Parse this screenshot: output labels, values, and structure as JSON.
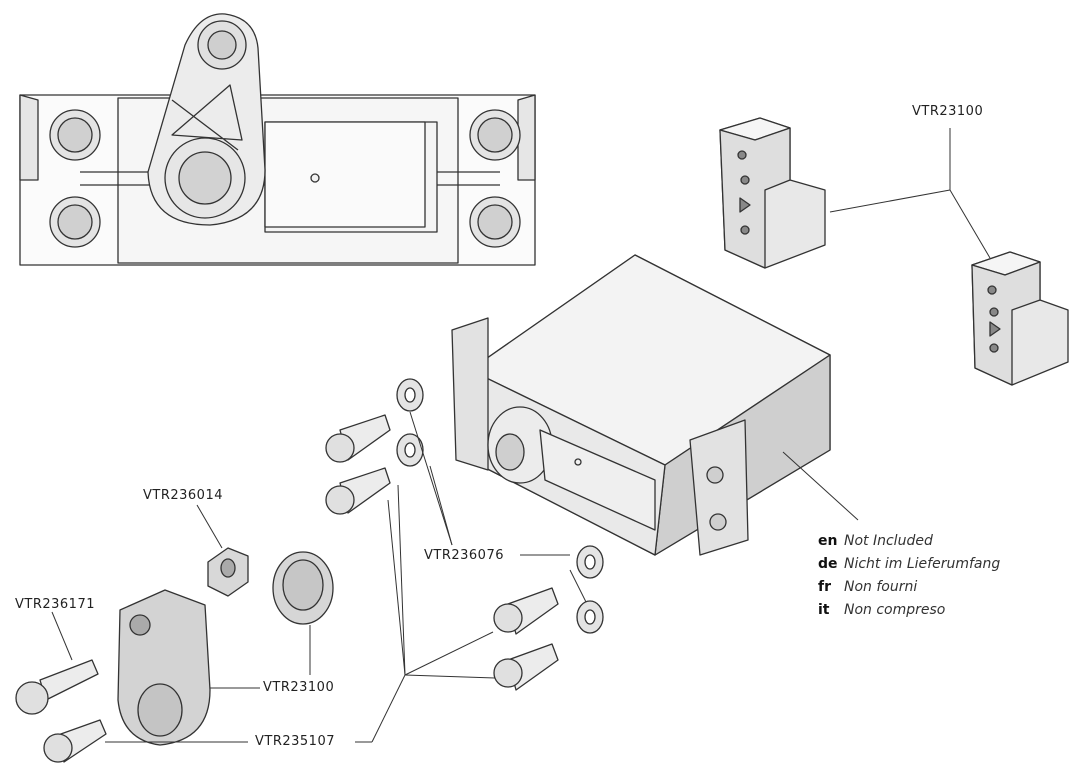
{
  "part_labels": {
    "vtr23100_top": "VTR23100",
    "vtr236014": "VTR236014",
    "vtr236171": "VTR236171",
    "vtr236076": "VTR236076",
    "vtr23100_bottom": "VTR23100",
    "vtr235107": "VTR235107"
  },
  "legend": [
    {
      "code": "en",
      "text": "Not Included"
    },
    {
      "code": "de",
      "text": "Nicht im Lieferumfang"
    },
    {
      "code": "fr",
      "text": "Non fourni"
    },
    {
      "code": "it",
      "text": "Non compreso"
    }
  ]
}
